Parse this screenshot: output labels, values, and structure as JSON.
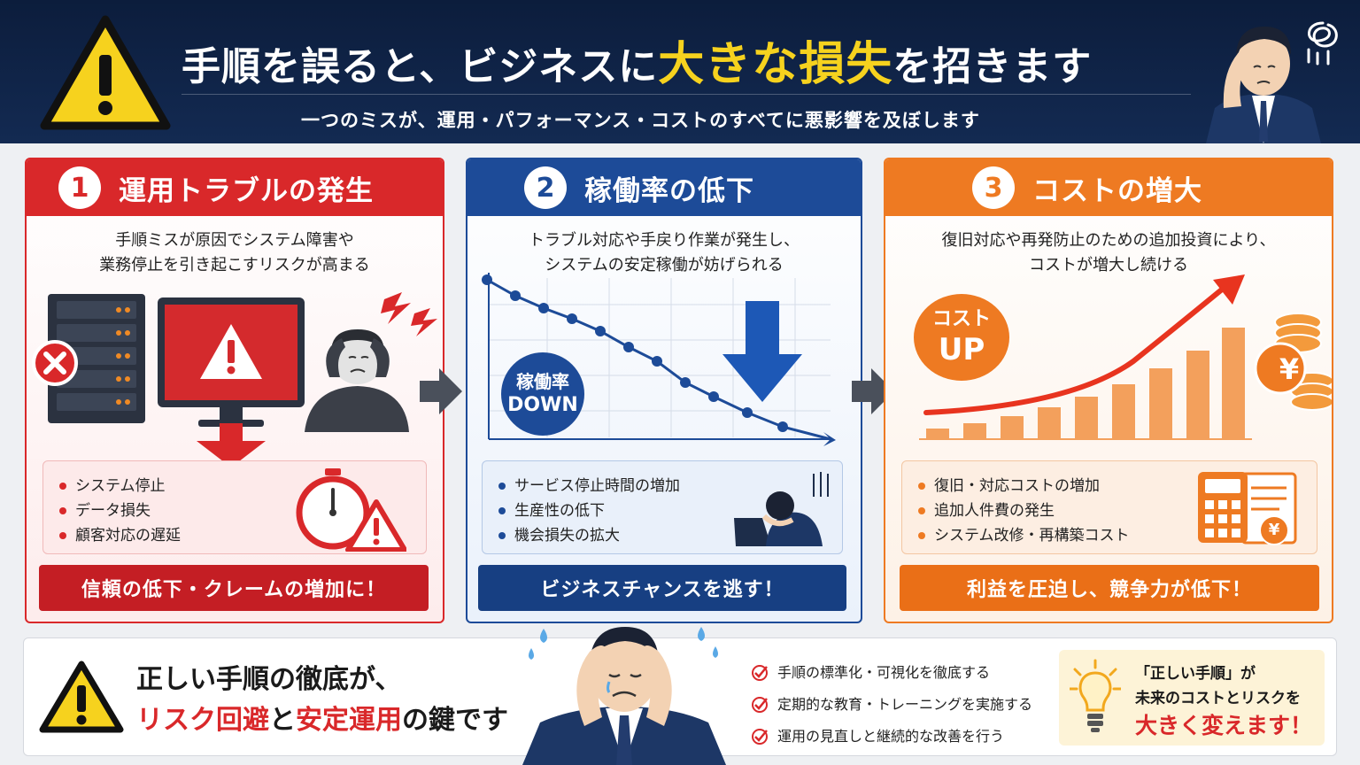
{
  "header": {
    "title_before": "手順を誤ると、ビジネスに",
    "title_highlight": "大きな損失",
    "title_after": "を招きます",
    "subtitle": "一つのミスが、運用・パフォーマンス・コストのすべてに悪影響を及ぼします"
  },
  "panels": [
    {
      "number": "1",
      "title": "運用トラブルの発生",
      "description": "手順ミスが原因でシステム障害や\n業務停止を引き起こすリスクが高まる",
      "bullets": [
        "システム停止",
        "データ損失",
        "顧客対応の遅延"
      ],
      "bar": "信頼の低下・クレームの増加に！",
      "color": "#d9282a"
    },
    {
      "number": "2",
      "title": "稼働率の低下",
      "description": "トラブル対応や手戻り作業が発生し、\nシステムの安定稼働が妨げられる",
      "badge_line1": "稼働率",
      "badge_line2": "DOWN",
      "bullets": [
        "サービス停止時間の増加",
        "生産性の低下",
        "機会損失の拡大"
      ],
      "bar": "ビジネスチャンスを逃す！",
      "color": "#1d4b98"
    },
    {
      "number": "3",
      "title": "コストの増大",
      "description": "復旧対応や再発防止のための追加投資により、\nコストが増大し続ける",
      "badge_line1": "コスト",
      "badge_line2": "UP",
      "currency": "¥",
      "bullets": [
        "復旧・対応コストの増加",
        "追加人件費の発生",
        "システム改修・再構築コスト"
      ],
      "bar": "利益を圧迫し、競争力が低下！",
      "color": "#ee7a22"
    }
  ],
  "bottom": {
    "title_line1": "正しい手順の徹底が、",
    "title_risk": "リスク回避",
    "title_and": "と",
    "title_stable": "安定運用",
    "title_end": "の鍵です",
    "checks": [
      "手順の標準化・可視化を徹底する",
      "定期的な教育・トレーニングを実施する",
      "運用の見直しと継続的な改善を行う"
    ],
    "tip_line1": "「正しい手順」が",
    "tip_line2": "未来のコストとリスクを",
    "tip_line3": "大きく変えます！"
  },
  "colors": {
    "navy": "#0c1d3c",
    "yellow": "#f6d21e",
    "red": "#d9282a",
    "blue": "#1d4b98",
    "orange": "#ee7a22"
  },
  "icons": [
    "warning-icon",
    "server-icon",
    "error-x-icon",
    "monitor-warning-icon",
    "lightning-icon",
    "stopwatch-icon",
    "line-chart-icon",
    "down-arrow-icon",
    "bar-chart-icon",
    "coins-icon",
    "calculator-icon",
    "check-icon",
    "lightbulb-icon"
  ]
}
